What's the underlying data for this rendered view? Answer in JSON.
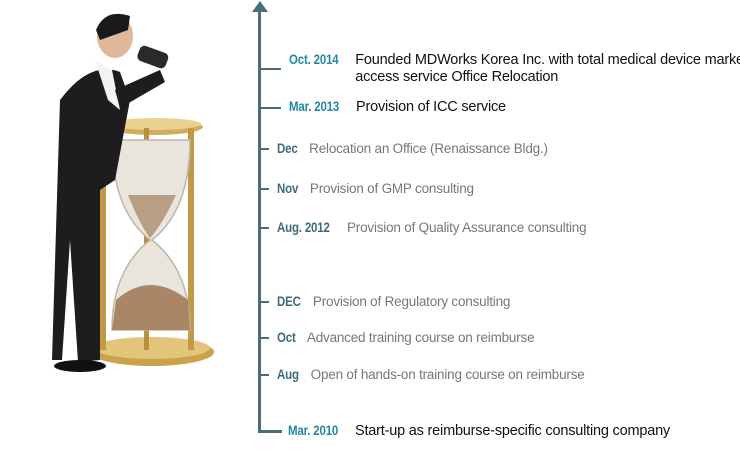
{
  "timeline": [
    {
      "date": "Oct. 2014",
      "kind": "year",
      "desc": "Founded MDWorks Korea Inc. with total medical device market",
      "desc2": "access service Office Relocation"
    },
    {
      "date": "Mar. 2013",
      "kind": "year",
      "desc": "Provision of ICC service"
    },
    {
      "date": "Dec",
      "kind": "month",
      "desc": "Relocation an Office (Renaissance Bldg.)"
    },
    {
      "date": "Nov",
      "kind": "month",
      "desc": "Provision of GMP consulting"
    },
    {
      "date": "Aug. 2012",
      "kind": "month",
      "desc": "Provision of Quality Assurance consulting"
    },
    {
      "date": "DEC",
      "kind": "month",
      "desc": "Provision of Regulatory consulting"
    },
    {
      "date": "Oct",
      "kind": "month",
      "desc": "Advanced training course on reimburse"
    },
    {
      "date": "Aug",
      "kind": "month",
      "desc": "Open of hands-on training course on reimburse"
    },
    {
      "date": "Mar. 2010",
      "kind": "year",
      "desc": "Start-up as reimburse-specific consulting company"
    }
  ],
  "colors": {
    "axis": "#4a6e78",
    "year": "#2188a3",
    "month": "#3f6b78",
    "desc": "#777777"
  }
}
